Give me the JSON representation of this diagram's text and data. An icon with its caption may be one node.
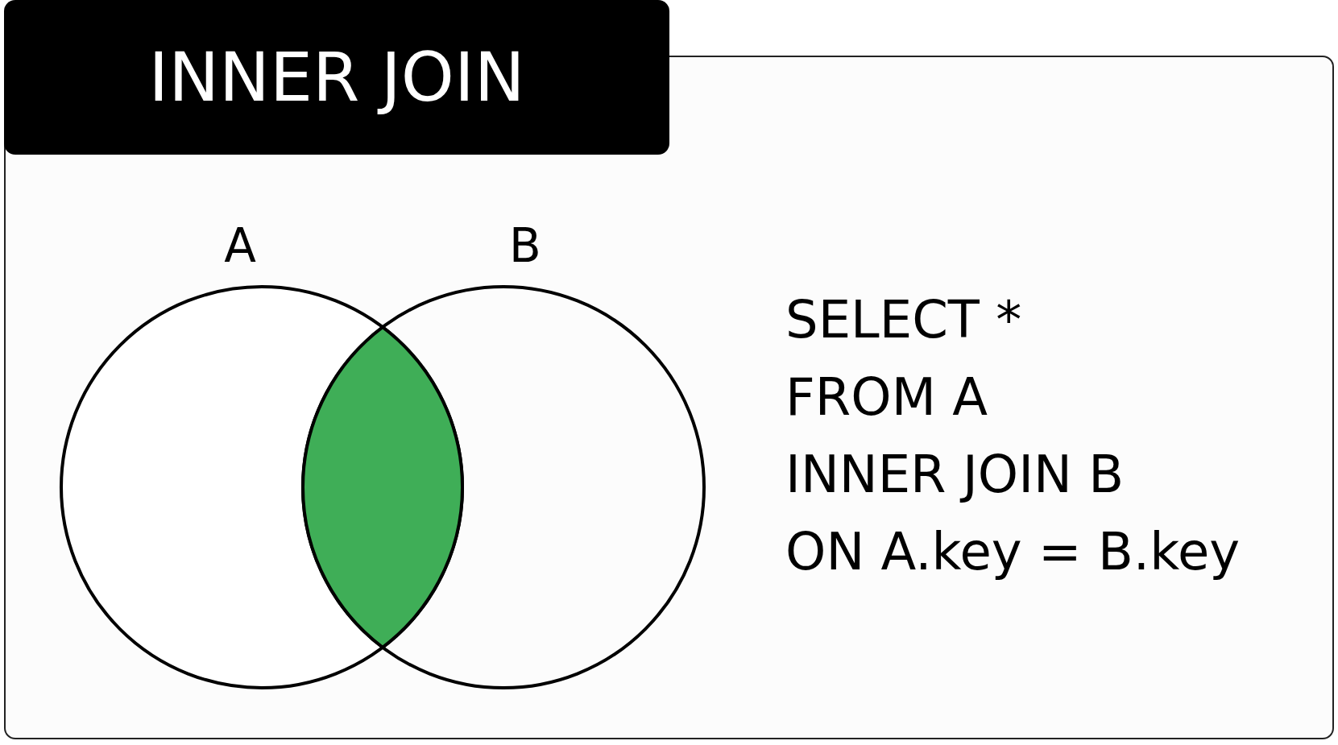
{
  "diagram": {
    "title": "INNER JOIN",
    "nodes": [
      {
        "text": [
          "A"
        ]
      },
      {
        "text": [
          "B"
        ]
      },
      {
        "text": [],
        "shape": "lens"
      }
    ],
    "labels": [
      "SELECT *",
      "FROM A",
      "INNER JOIN B",
      "ON A.key = B.key"
    ]
  }
}
